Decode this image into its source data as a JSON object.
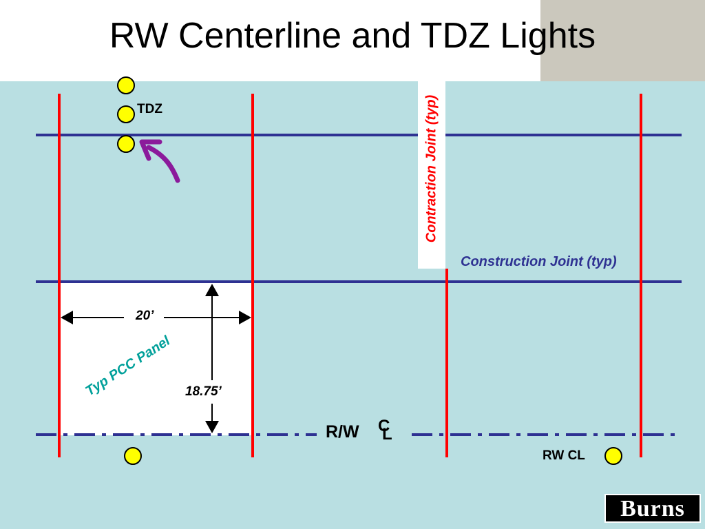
{
  "title": "RW Centerline and TDZ Lights",
  "labels": {
    "tdz": "TDZ",
    "contraction_joint": "Contraction Joint (typ)",
    "construction_joint": "Construction Joint (typ)",
    "panel_width": "20’",
    "panel_length": "18.75’",
    "typ_pcc_panel": "Typ PCC Panel",
    "rw_cl_label": "R/W",
    "centerline_symbol_c": "C",
    "centerline_symbol_l": "L",
    "rw_cl_light": "RW CL",
    "logo": "Burns"
  },
  "colors": {
    "pavement": "#b9dfe2",
    "contraction_joint": "#ff0000",
    "construction_joint": "#2e3192",
    "centerline": "#2e3192",
    "light_fill": "#ffff00",
    "arrow": "#8b1a9b",
    "pcc_label": "#00a09a",
    "corner_block": "#cbc8bd"
  },
  "icons": {
    "tdz_light": "yellow-circle",
    "rw_cl_light": "yellow-circle",
    "pointer_arrow": "curved-arrow"
  }
}
